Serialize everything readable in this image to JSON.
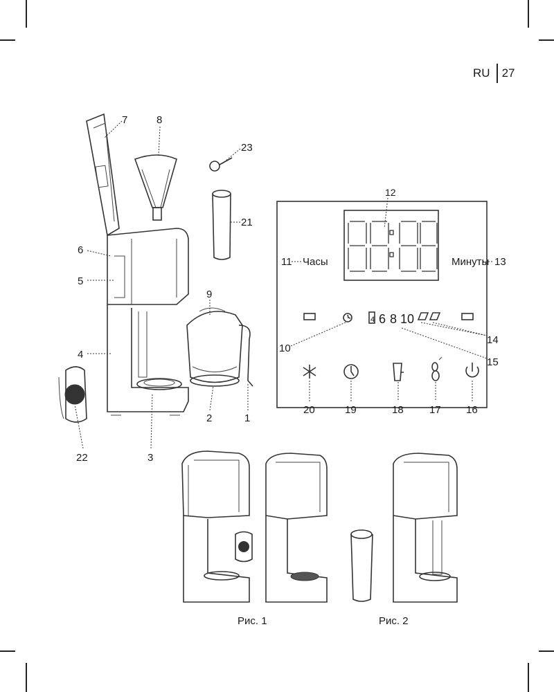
{
  "header": {
    "language": "RU",
    "page_number": "27"
  },
  "callouts": {
    "c1": "1",
    "c2": "2",
    "c3": "3",
    "c4": "4",
    "c5": "5",
    "c6": "6",
    "c7": "7",
    "c8": "8",
    "c9": "9",
    "c10": "10",
    "c11": "11",
    "c12": "12",
    "c13": "13",
    "c14": "14",
    "c15": "15",
    "c16": "16",
    "c17": "17",
    "c18": "18",
    "c19": "19",
    "c20": "20",
    "c21": "21",
    "c22": "22",
    "c23": "23"
  },
  "panel": {
    "hours_label": "Часы",
    "minutes_label": "Минуты",
    "cup_options": [
      "4",
      "6",
      "8",
      "10"
    ]
  },
  "figures": {
    "fig1": "Рис. 1",
    "fig2": "Рис. 2"
  }
}
